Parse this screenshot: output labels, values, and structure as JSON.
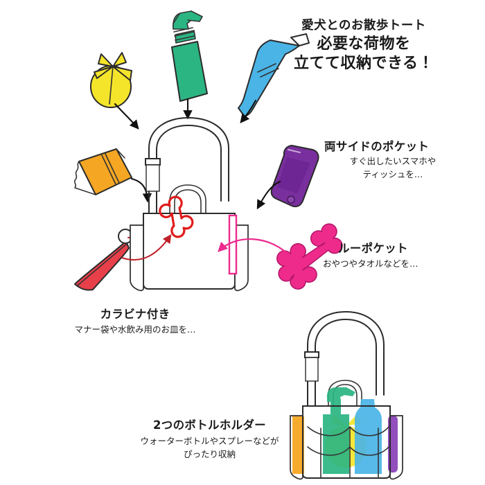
{
  "page": {
    "title": "愛犬とのお散歩トート 商品説明図",
    "background": "#ffffff"
  },
  "headline": {
    "line1": "愛犬とのお散歩トート",
    "line2": "必要な荷物を",
    "line3": "立てて収納できる！"
  },
  "callouts": {
    "side_pockets": {
      "heading": "両サイドのポケット",
      "sub_line1": "すぐ出したいスマホや",
      "sub_line2": "ティッシュを…"
    },
    "loop_pocket": {
      "heading": "ルーポケット",
      "sub_line1": "おやつやタオルなどを…"
    },
    "carabiner": {
      "heading": "カラビナ付き",
      "sub_line1": "マナー袋や水飲み用のお皿を…"
    },
    "bottle_holders": {
      "heading": "2つのボトルホルダー",
      "sub_line1": "ウォーターボトルやスプレーなどが",
      "sub_line2": "ぴったり収納"
    }
  },
  "illustration_items": [
    {
      "name": "manner-bag",
      "label": "マナー袋",
      "color": "#f5e52a"
    },
    {
      "name": "spray-bottle",
      "label": "スプレーボトル",
      "color": "#2bb583"
    },
    {
      "name": "water-bottle",
      "label": "ウォーターボトル",
      "color": "#4ab4e6"
    },
    {
      "name": "tissue-pack",
      "label": "ティッシュ",
      "color": "#f5a623"
    },
    {
      "name": "smartphone",
      "label": "スマホ",
      "color": "#7a2f9e"
    },
    {
      "name": "dog-bone-treat",
      "label": "おやつ",
      "color": "#ee2b8b"
    },
    {
      "name": "water-bowl-pouch",
      "label": "水飲み用のお皿",
      "color": "#e8404a"
    },
    {
      "name": "bone-loop-patch",
      "label": "骨型ループ",
      "color": "#e01b1b"
    },
    {
      "name": "loop-strap",
      "label": "ルーポケットのループ",
      "color": "#ec2a8d"
    }
  ],
  "colors": {
    "ink": "#1a1a1a",
    "yellow": "#f5e52a",
    "green": "#2bb583",
    "blue": "#4ab4e6",
    "orange": "#f5a623",
    "purple": "#7a2f9e",
    "pink": "#ee2b8b",
    "red": "#e8404a",
    "bone_red": "#e01b1b",
    "magenta": "#ec2a8d",
    "bag_outline": "#2b2b2b"
  }
}
